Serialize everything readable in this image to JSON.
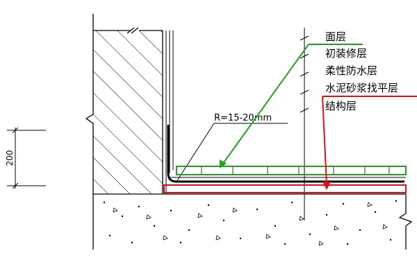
{
  "layer_labels": [
    {
      "text": "面层",
      "marker": "green-underline"
    },
    {
      "text": "初装修层",
      "marker": "none"
    },
    {
      "text": "柔性防水层",
      "marker": "none"
    },
    {
      "text": "水泥砂浆找平层",
      "marker": "red-underline"
    },
    {
      "text": "结构层",
      "marker": "none"
    }
  ],
  "radius_note": "R=15-20mm",
  "height_dimension": "200",
  "colors": {
    "line": "#000000",
    "highlight_green": "#1fa31f",
    "highlight_red": "#e01010",
    "background": "#ffffff"
  },
  "annotations": [
    {
      "meaning": "arrow from 面层 label to top finishing layer",
      "color": "highlight_green"
    },
    {
      "meaning": "arrow from 水泥砂浆找平层 label to leveling layer",
      "color": "highlight_red"
    }
  ]
}
